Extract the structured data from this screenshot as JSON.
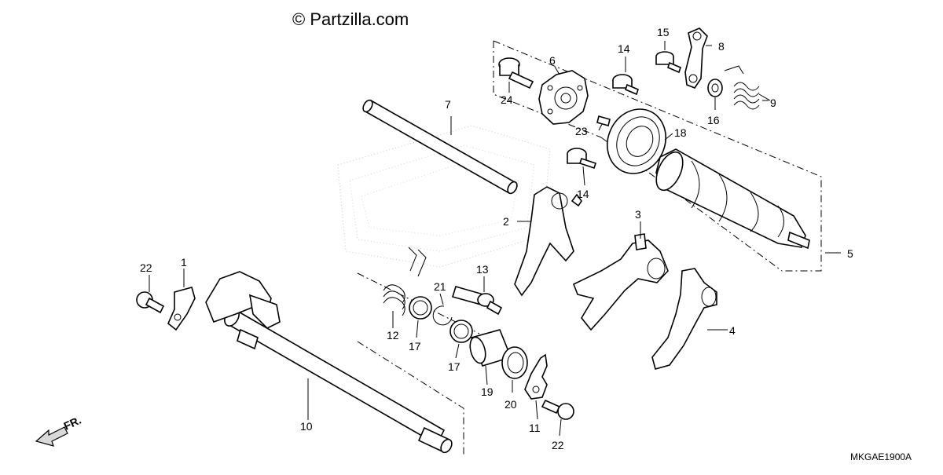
{
  "watermark": "© Partzilla.com",
  "diagram_code": "MKGAE1900A",
  "front_label": "FR.",
  "callouts": {
    "c1": "1",
    "c2": "2",
    "c3": "3",
    "c4": "4",
    "c5": "5",
    "c6": "6",
    "c7": "7",
    "c8": "8",
    "c9": "9",
    "c10": "10",
    "c11": "11",
    "c12": "12",
    "c13": "13",
    "c14a": "14",
    "c14b": "14",
    "c15": "15",
    "c16": "16",
    "c17a": "17",
    "c17b": "17",
    "c18": "18",
    "c19": "19",
    "c20": "20",
    "c21": "21",
    "c22a": "22",
    "c22b": "22",
    "c23": "23",
    "c24": "24"
  }
}
